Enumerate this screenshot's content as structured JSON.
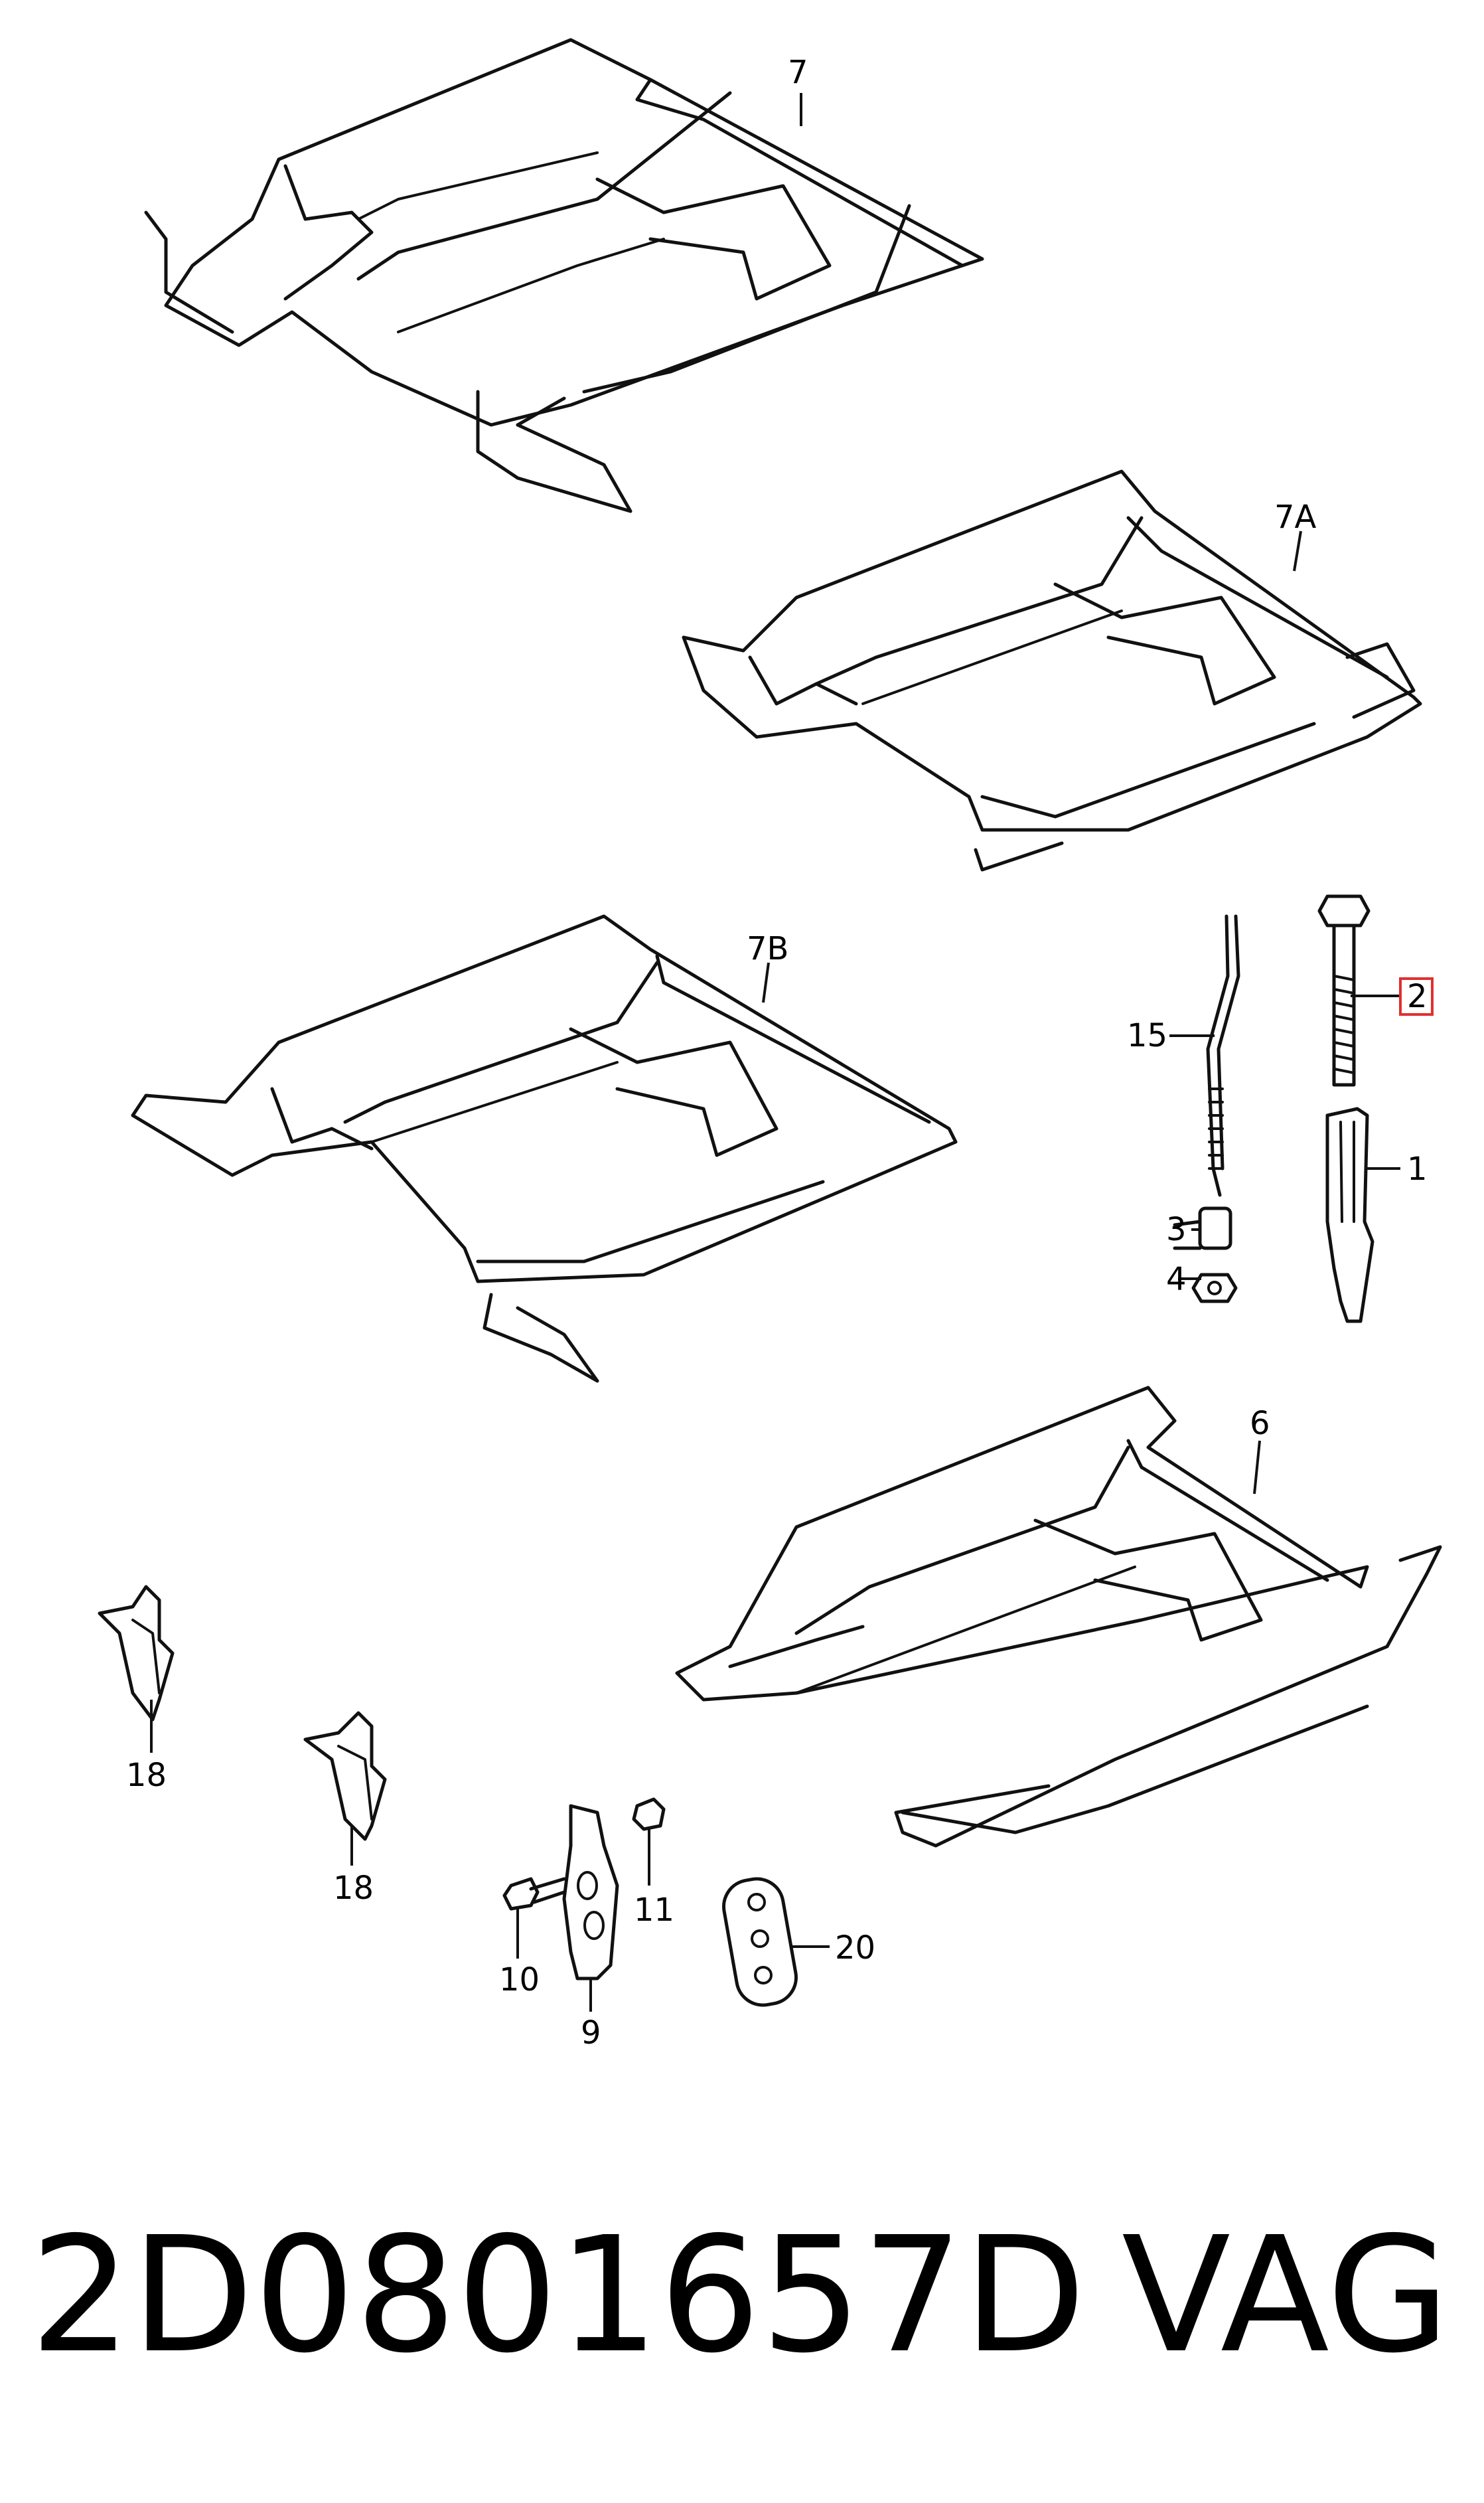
{
  "diagram": {
    "callouts": {
      "c7": "7",
      "c7a": "7A",
      "c7b": "7B",
      "c15": "15",
      "c2": "2",
      "c1": "1",
      "c3": "3",
      "c4": "4",
      "c6": "6",
      "c18a": "18",
      "c18b": "18",
      "c11": "11",
      "c10": "10",
      "c20": "20",
      "c9": "9"
    },
    "highlight_color": "#e03030"
  },
  "footer": {
    "part_number": "2D0801657D",
    "brand": "VAG"
  }
}
